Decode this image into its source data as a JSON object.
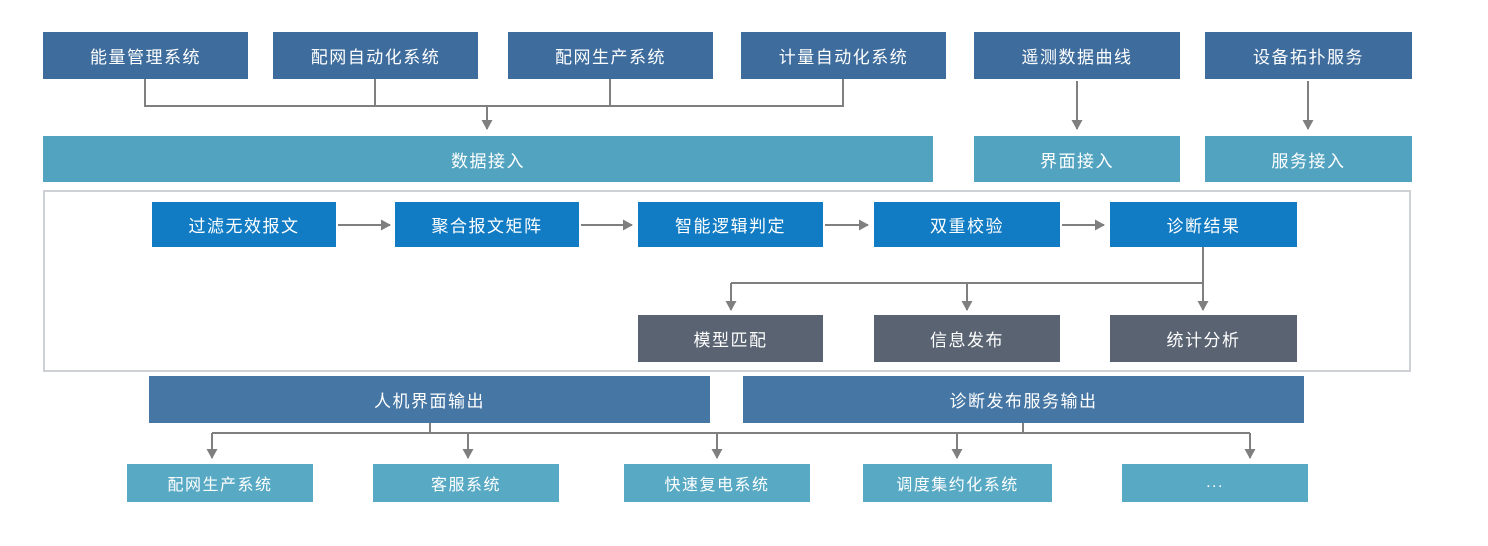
{
  "diagram": {
    "sources": [
      "能量管理系统",
      "配网自动化系统",
      "配网生产系统",
      "计量自动化系统",
      "遥测数据曲线",
      "设备拓扑服务"
    ],
    "access": {
      "data": "数据接入",
      "ui": "界面接入",
      "service": "服务接入"
    },
    "pipeline": [
      "过滤无效报文",
      "聚合报文矩阵",
      "智能逻辑判定",
      "双重校验",
      "诊断结果"
    ],
    "analysis": [
      "模型匹配",
      "信息发布",
      "统计分析"
    ],
    "outputs": {
      "hmi": "人机界面输出",
      "publish": "诊断发布服务输出"
    },
    "consumers": [
      "配网生产系统",
      "客服系统",
      "快速复电系统",
      "调度集约化系统",
      "..."
    ],
    "colors": {
      "source_box": "#3e6d9d",
      "access_bar": "#52a3c0",
      "pipeline_box": "#117cc4",
      "analysis_box": "#596372",
      "output_bar": "#4576a4",
      "consumer_box": "#58a9c4",
      "connector": "#7f7f7f",
      "frame_border": "#cdd1d5"
    }
  }
}
